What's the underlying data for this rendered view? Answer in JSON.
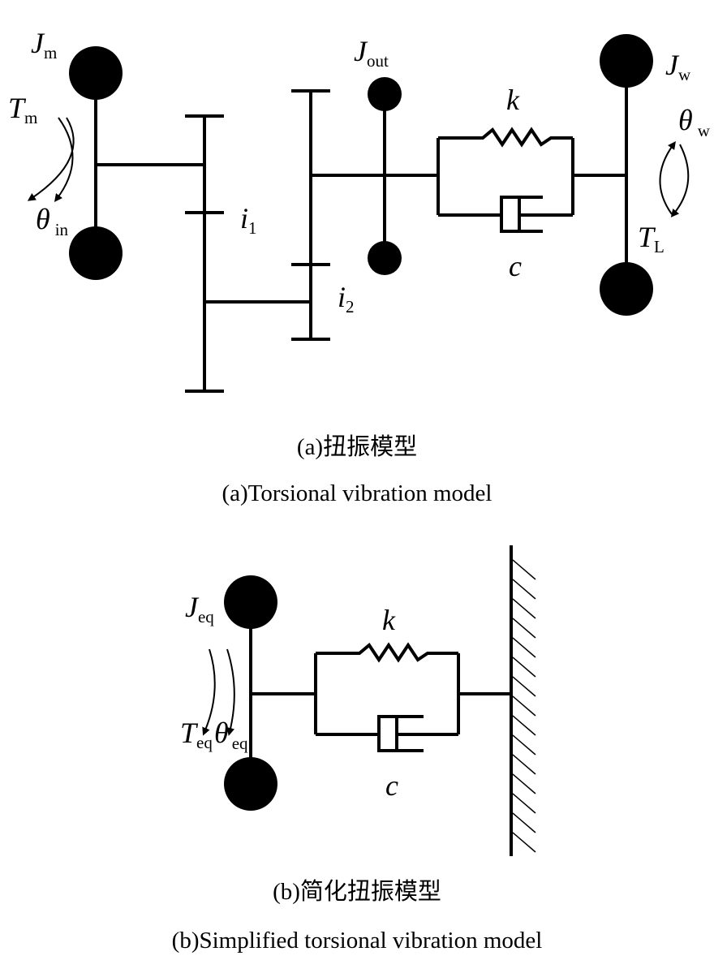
{
  "diagram_a": {
    "labels": {
      "J_m": {
        "base": "J",
        "sub": "m"
      },
      "T_m": {
        "base": "T",
        "sub": "m"
      },
      "theta_in": {
        "base": "θ",
        "sub": "in"
      },
      "i_1": {
        "base": "i",
        "sub": "1"
      },
      "i_2": {
        "base": "i",
        "sub": "2"
      },
      "J_out": {
        "base": "J",
        "sub": "out"
      },
      "k": {
        "base": "k"
      },
      "c": {
        "base": "c"
      },
      "J_w": {
        "base": "J",
        "sub": "w"
      },
      "theta_w": {
        "base": "θ",
        "sub": "w"
      },
      "T_L": {
        "base": "T",
        "sub": "L"
      }
    },
    "caption_zh": "(a)扭振模型",
    "caption_en": "(a)Torsional vibration model"
  },
  "diagram_b": {
    "labels": {
      "J_eq": {
        "base": "J",
        "sub": "eq"
      },
      "T_eq": {
        "base": "T",
        "sub": "eq"
      },
      "theta_eq": {
        "base": "θ",
        "sub": "eq"
      },
      "k": {
        "base": "k"
      },
      "c": {
        "base": "c"
      }
    },
    "caption_zh": "(b)简化扭振模型",
    "caption_en": "(b)Simplified torsional vibration model"
  }
}
